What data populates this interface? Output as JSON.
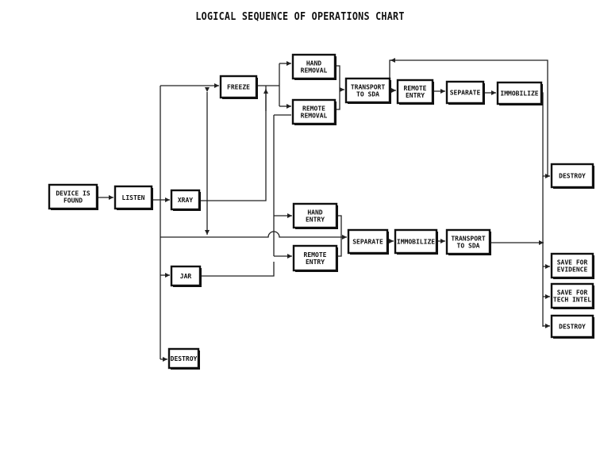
{
  "title": "LOGICAL SEQUENCE OF OPERATIONS CHART",
  "nodes": {
    "device_found": "DEVICE IS\nFOUND",
    "listen": "LISTEN",
    "xray": "XRAY",
    "freeze": "FREEZE",
    "jar": "JAR",
    "destroy_bottom": "DESTROY",
    "hand_removal": "HAND\nREMOVAL",
    "remote_removal": "REMOTE\nREMOVAL",
    "transport_top": "TRANSPORT\nTO SDA",
    "remote_entry_top": "REMOTE\nENTRY",
    "separate_top": "SEPARATE",
    "immobilize_top": "IMMOBILIZE",
    "destroy_right_top": "DESTROY",
    "hand_entry": "HAND\nENTRY",
    "remote_entry_mid": "REMOTE\nENTRY",
    "separate_mid": "SEPARATE",
    "immobilize_mid": "IMMOBILIZE",
    "transport_mid": "TRANSPORT\nTO SDA",
    "save_evidence": "SAVE FOR\nEVIDENCE",
    "save_tech_intel": "SAVE FOR\nTECH INTEL",
    "destroy_right_bottom": "DESTROY"
  },
  "links": [
    [
      "device_found",
      "listen"
    ],
    [
      "listen",
      "xray"
    ],
    [
      "listen",
      "freeze"
    ],
    [
      "listen",
      "jar"
    ],
    [
      "listen",
      "destroy_bottom"
    ],
    [
      "listen",
      "separate_mid"
    ],
    [
      "freeze",
      "hand_removal"
    ],
    [
      "freeze",
      "remote_removal"
    ],
    [
      "xray",
      "hand_removal"
    ],
    [
      "xray",
      "freeze"
    ],
    [
      "xray",
      "hand_entry"
    ],
    [
      "jar",
      "remote_entry_mid"
    ],
    [
      "hand_removal",
      "transport_top"
    ],
    [
      "remote_removal",
      "transport_top"
    ],
    [
      "transport_top",
      "remote_entry_top"
    ],
    [
      "remote_entry_top",
      "separate_top"
    ],
    [
      "separate_top",
      "immobilize_top"
    ],
    [
      "transport_top",
      "destroy_right_top"
    ],
    [
      "immobilize_top",
      "destroy_right_top"
    ],
    [
      "hand_entry",
      "separate_mid"
    ],
    [
      "remote_entry_mid",
      "separate_mid"
    ],
    [
      "separate_mid",
      "immobilize_mid"
    ],
    [
      "immobilize_mid",
      "transport_mid"
    ],
    [
      "transport_mid",
      "save_evidence"
    ],
    [
      "transport_mid",
      "save_tech_intel"
    ],
    [
      "transport_mid",
      "destroy_right_bottom"
    ]
  ]
}
